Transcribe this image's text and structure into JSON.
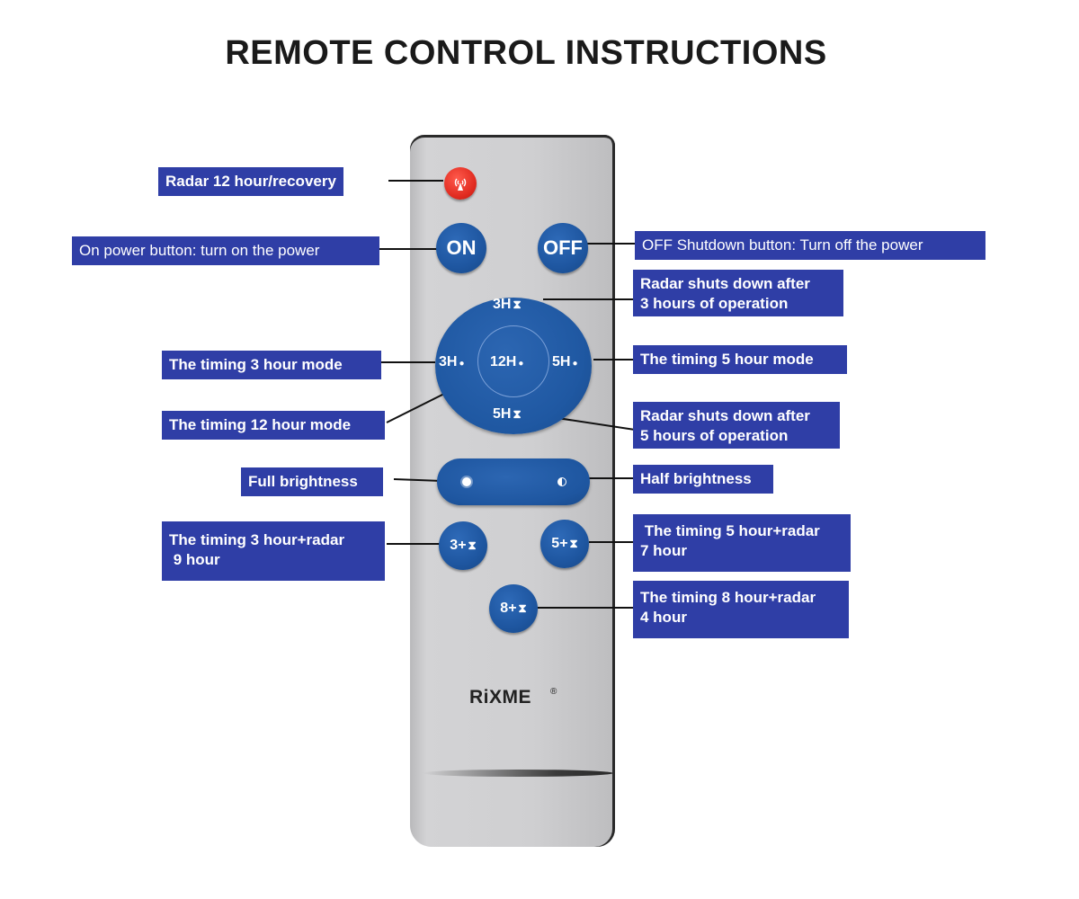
{
  "title": "REMOTE CONTROL INSTRUCTIONS",
  "brand": "RiXME",
  "brand_mark": "®",
  "buttons": {
    "radar": "",
    "on": "ON",
    "off": "OFF",
    "top": "3H",
    "left": "3H",
    "center": "12H",
    "right": "5H",
    "bottom": "5H",
    "t3radar": "3+",
    "t5radar": "5+",
    "t8radar": "8+"
  },
  "labels": {
    "radar_recovery": "Radar 12 hour/recovery",
    "on_power": "On power button: turn on the power",
    "off_power": "OFF Shutdown button: Turn off the power",
    "radar3_line1": "Radar shuts down after",
    "radar3_line2": "3 hours of operation",
    "timing3": "The timing 3 hour mode",
    "timing5": "The timing 5 hour mode",
    "timing12": "The timing 12 hour mode",
    "radar5_line1": "Radar shuts down after",
    "radar5_line2": "5 hours of operation",
    "full_brightness": "Full brightness",
    "half_brightness": "Half brightness",
    "t3radar_line1": "The timing 3 hour+radar",
    "t3radar_line2": " 9 hour",
    "t5radar_line1": " The timing 5 hour+radar",
    "t5radar_line2": "7 hour",
    "t8radar_line1": "The timing 8 hour+radar",
    "t8radar_line2": "4 hour"
  },
  "colors": {
    "label_bg": "#2f3ea6",
    "button_blue": "#1e56a0",
    "radar_red": "#e02a1f",
    "remote_body": "#cfcfd1"
  }
}
